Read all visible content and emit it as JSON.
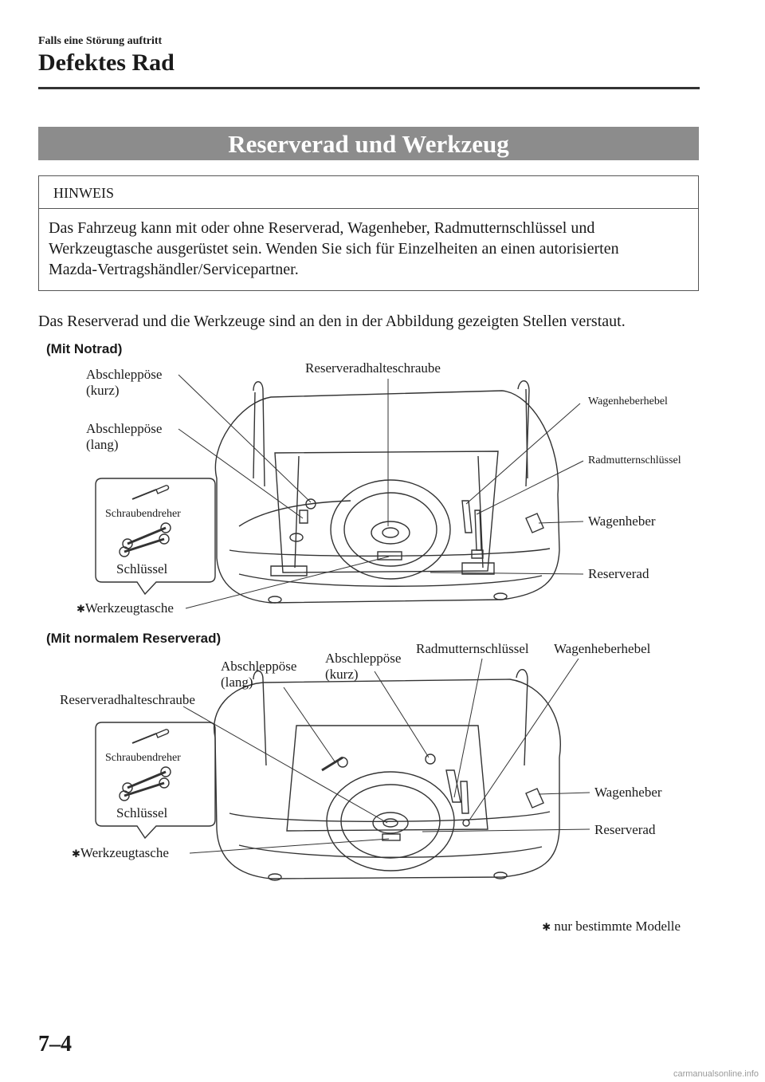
{
  "header": {
    "section": "Falls eine Störung auftritt",
    "chapter": "Defektes Rad"
  },
  "banner": "Reserverad und Werkzeug",
  "note": {
    "label": "HINWEIS",
    "lines": [
      "Das Fahrzeug kann mit oder ohne Reserverad, Wagenheber, Radmutternschlüssel und",
      "Werkzeugtasche ausgerüstet sein. Wenden Sie sich für Einzelheiten an einen autorisierten",
      "Mazda-Vertragshändler/Servicepartner."
    ]
  },
  "intro": "Das Reserverad und die Werkzeuge sind an den in der Abbildung gezeigten Stellen verstaut.",
  "figure1": {
    "variant": "(Mit Notrad)",
    "abschleppoese_kurz": [
      "Abschleppöse",
      "(kurz)"
    ],
    "abschleppoese_lang": [
      "Abschleppöse",
      "(lang)"
    ],
    "reserveradhalteschraube": "Reserveradhalteschraube",
    "wagenheberhebel": "Wagenheberhebel",
    "radmutternschluessel": "Radmutternschlüssel",
    "wagenheber": "Wagenheber",
    "reserverad": "Reserverad",
    "werkzeugtasche": "Werkzeugtasche",
    "schraubendreher": "Schraubendreher",
    "schluessel": "Schlüssel"
  },
  "figure2": {
    "variant": "(Mit normalem Reserverad)",
    "abschleppoese_lang": [
      "Abschleppöse",
      "(lang)"
    ],
    "abschleppoese_kurz": [
      "Abschleppöse",
      "(kurz)"
    ],
    "radmutternschluessel": "Radmutternschlüssel",
    "wagenheberhebel": "Wagenheberhebel",
    "reserveradhalteschraube": "Reserveradhalteschraube",
    "wagenheber": "Wagenheber",
    "reserverad": "Reserverad",
    "werkzeugtasche": "Werkzeugtasche",
    "schraubendreher": "Schraubendreher",
    "schluessel": "Schlüssel"
  },
  "footnote": {
    "mark": "✱",
    "text": "nur bestimmte Modelle"
  },
  "page_number": "7–4",
  "watermark": "carmanualsonline.info",
  "colors": {
    "banner": "#8c8c8c",
    "text": "#1a1a1a",
    "line": "#333333"
  },
  "icons": [
    "asterisk-icon",
    "screwdriver-icon",
    "wrench-icon"
  ]
}
